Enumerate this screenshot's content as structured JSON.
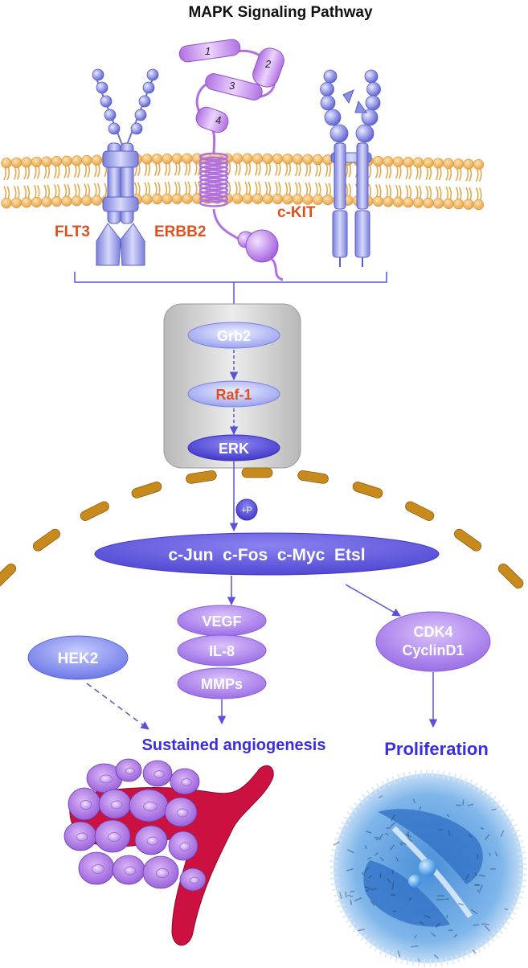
{
  "title": "MAPK Signaling Pathway",
  "receptors": {
    "flt3": "FLT3",
    "erbb2": "ERBB2",
    "ckit": "c-KIT",
    "domain_numbers": [
      "1",
      "2",
      "3",
      "4"
    ]
  },
  "cascade": {
    "grb2": "Grb2",
    "raf1": "Raf-1",
    "erk": "ERK"
  },
  "phospho": "+P",
  "transcription_factors": "c-Jun  c-Fos  c-Myc  Etsl",
  "angiogenic_factors": [
    "VEGF",
    "IL-8",
    "MMPs"
  ],
  "hek2": "HEK2",
  "cell_cycle": [
    "CDK4",
    "CyclinD1"
  ],
  "outcomes": {
    "angiogenesis": "Sustained angiogenesis",
    "proliferation": "Proliferation"
  },
  "colors": {
    "membrane": "#f0b860",
    "receptor": "#9a9ee8",
    "erbb2": "#c58ae8",
    "highlight_label": "#e0501e",
    "outcome_text": "#3a2ee0",
    "nucleus_membrane": "#c88a1c",
    "tf_ellipse": "#6a62e0",
    "vessel": "#cc1040",
    "cell": "#b67fe6"
  }
}
